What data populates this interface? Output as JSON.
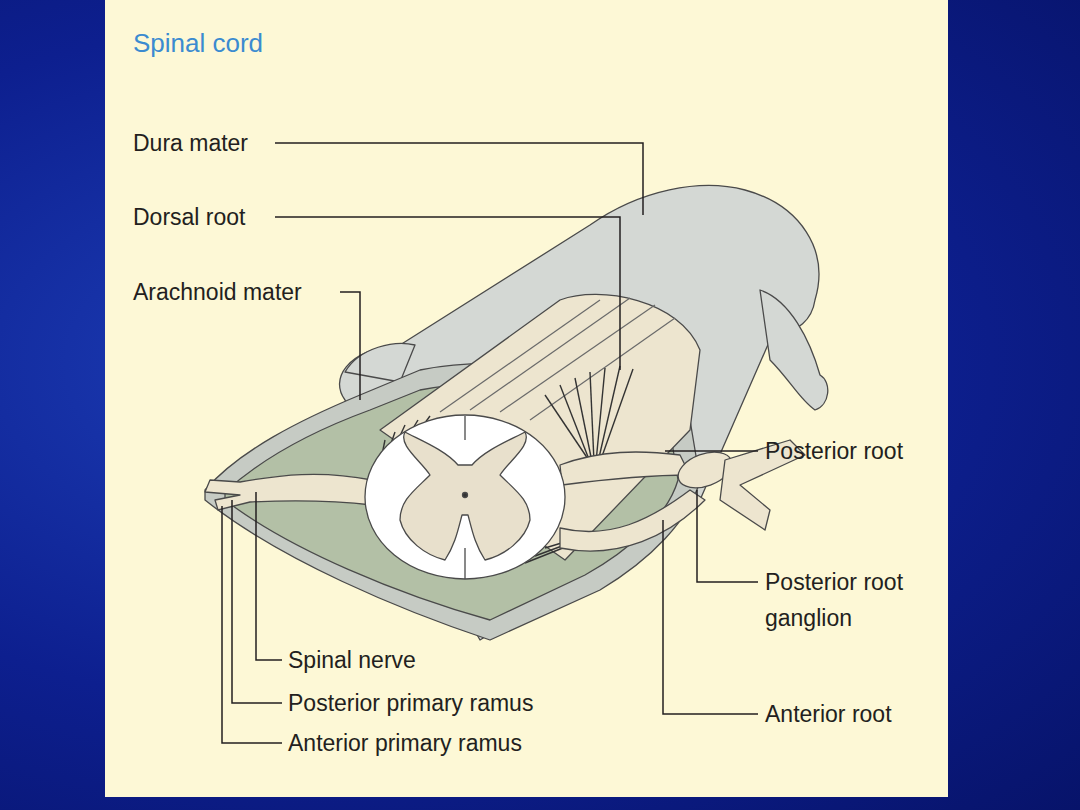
{
  "diagram": {
    "title": "Spinal cord",
    "labels": [
      "Dura mater",
      "Dorsal root",
      "Arachnoid mater",
      "Posterior root",
      "Posterior root ganglion",
      "Spinal nerve",
      "Posterior primary ramus",
      "Anterior primary ramus",
      "Anterior root"
    ]
  }
}
